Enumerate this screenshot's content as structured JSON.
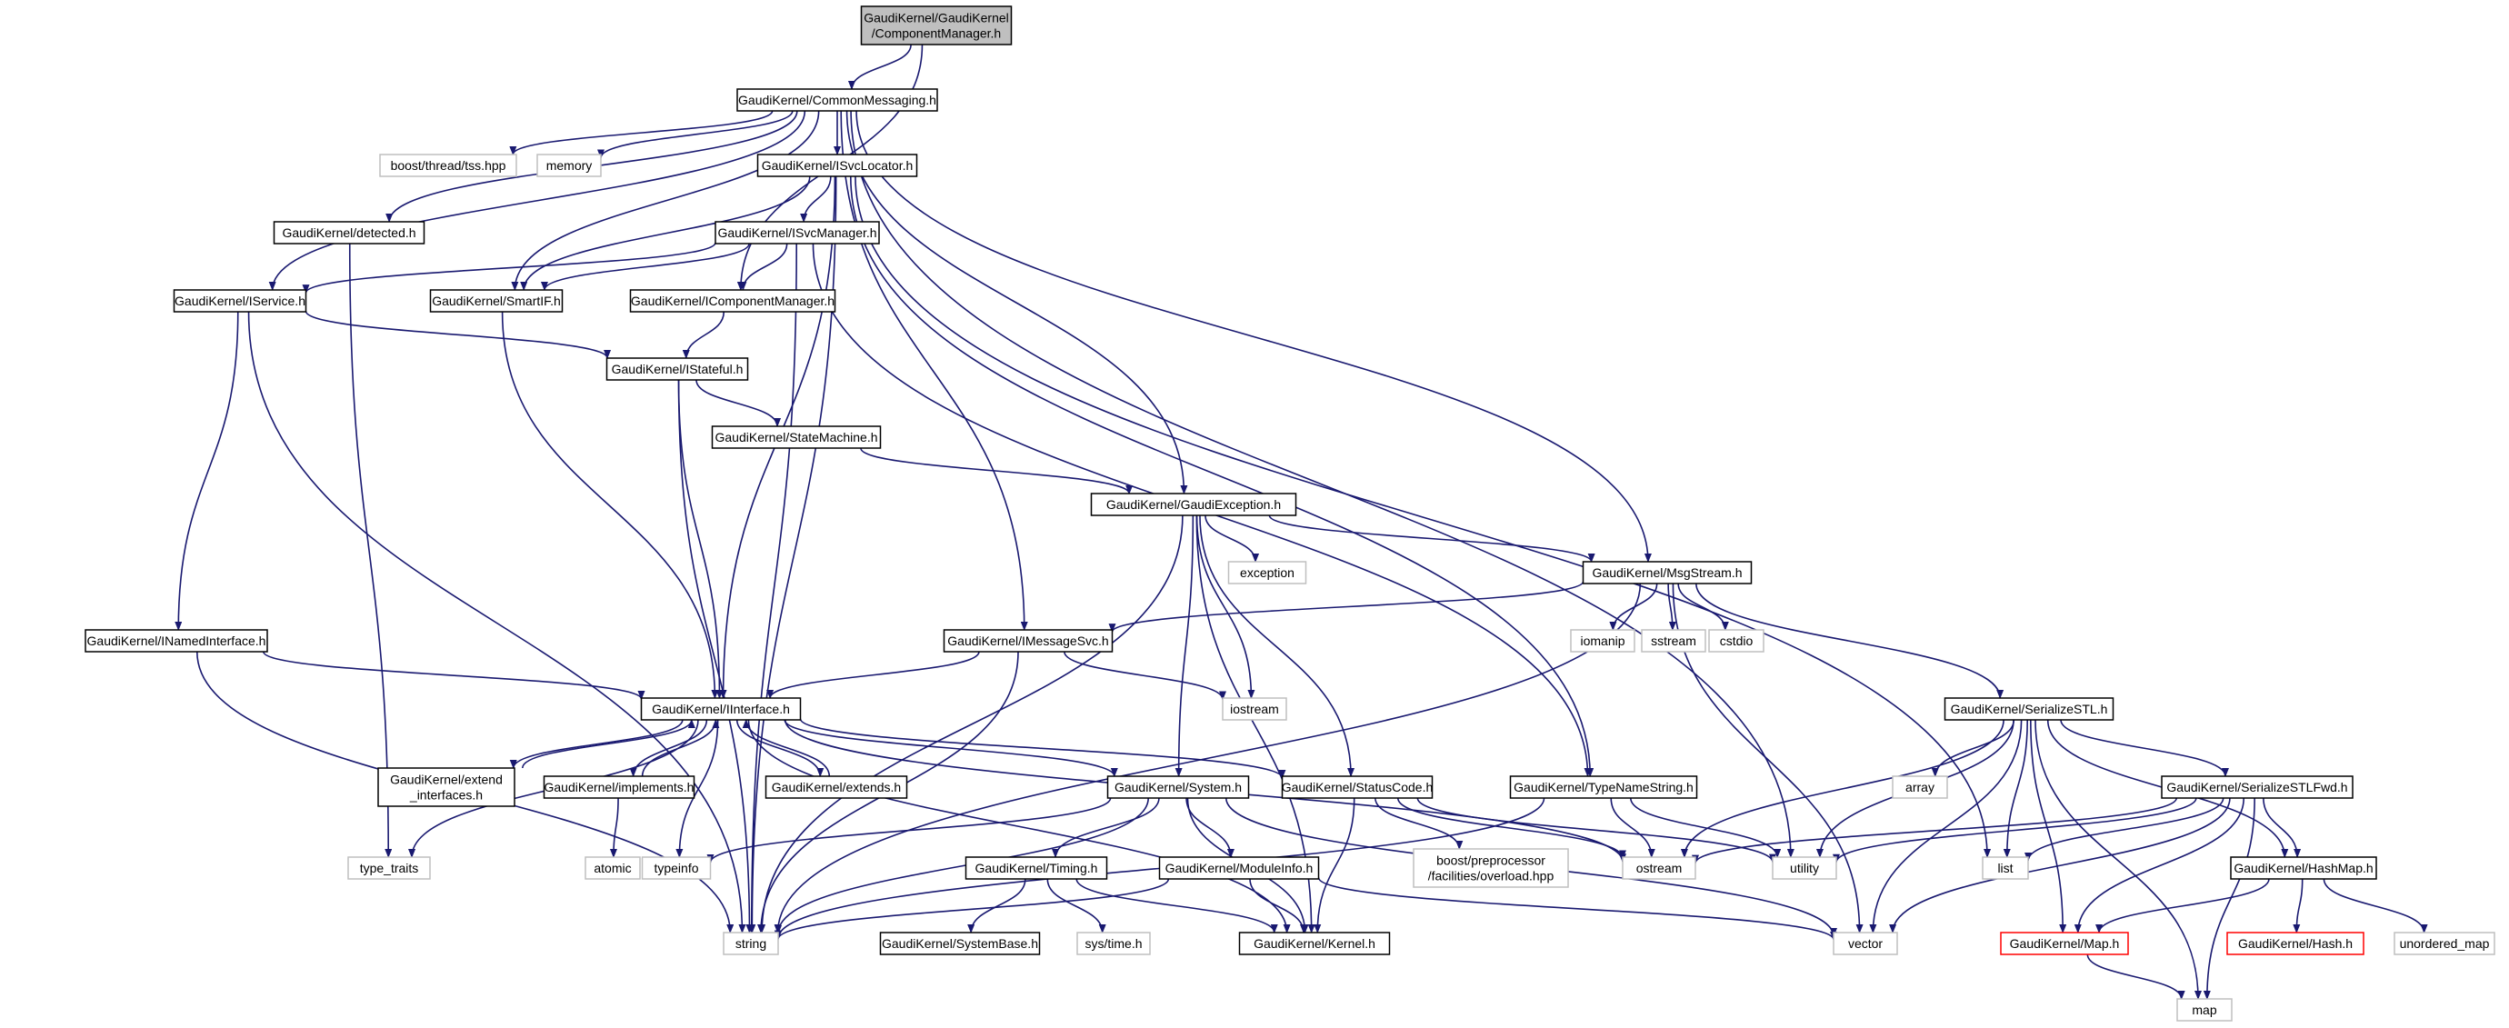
{
  "colors": {
    "edge": "#191970",
    "root_fill": "#bfbfbf",
    "header_border": "#000000",
    "system_border": "#bfbfbf",
    "incomplete_border": "#ff0000"
  },
  "nodes": [
    {
      "id": "cm",
      "label": [
        "GaudiKernel/GaudiKernel",
        "/ComponentManager.h"
      ],
      "kind": "root"
    },
    {
      "id": "cmsg",
      "label": [
        "GaudiKernel/CommonMessaging.h"
      ],
      "kind": "hdr"
    },
    {
      "id": "tss",
      "label": [
        "boost/thread/tss.hpp"
      ],
      "kind": "sys"
    },
    {
      "id": "memory",
      "label": [
        "memory"
      ],
      "kind": "sys"
    },
    {
      "id": "isvcloc",
      "label": [
        "GaudiKernel/ISvcLocator.h"
      ],
      "kind": "hdr"
    },
    {
      "id": "detected",
      "label": [
        "GaudiKernel/detected.h"
      ],
      "kind": "hdr"
    },
    {
      "id": "isvcmgr",
      "label": [
        "GaudiKernel/ISvcManager.h"
      ],
      "kind": "hdr"
    },
    {
      "id": "iservice",
      "label": [
        "GaudiKernel/IService.h"
      ],
      "kind": "hdr"
    },
    {
      "id": "smartif",
      "label": [
        "GaudiKernel/SmartIF.h"
      ],
      "kind": "hdr"
    },
    {
      "id": "icompmgr",
      "label": [
        "GaudiKernel/IComponentManager.h"
      ],
      "kind": "hdr"
    },
    {
      "id": "istateful",
      "label": [
        "GaudiKernel/IStateful.h"
      ],
      "kind": "hdr"
    },
    {
      "id": "statemachine",
      "label": [
        "GaudiKernel/StateMachine.h"
      ],
      "kind": "hdr"
    },
    {
      "id": "gexc",
      "label": [
        "GaudiKernel/GaudiException.h"
      ],
      "kind": "hdr"
    },
    {
      "id": "exception",
      "label": [
        "exception"
      ],
      "kind": "sys"
    },
    {
      "id": "msgstream",
      "label": [
        "GaudiKernel/MsgStream.h"
      ],
      "kind": "hdr"
    },
    {
      "id": "inamed",
      "label": [
        "GaudiKernel/INamedInterface.h"
      ],
      "kind": "hdr"
    },
    {
      "id": "imsgsvc",
      "label": [
        "GaudiKernel/IMessageSvc.h"
      ],
      "kind": "hdr"
    },
    {
      "id": "iomanip",
      "label": [
        "iomanip"
      ],
      "kind": "sys"
    },
    {
      "id": "sstream",
      "label": [
        "sstream"
      ],
      "kind": "sys"
    },
    {
      "id": "cstdio",
      "label": [
        "cstdio"
      ],
      "kind": "sys"
    },
    {
      "id": "iinterface",
      "label": [
        "GaudiKernel/IInterface.h"
      ],
      "kind": "hdr"
    },
    {
      "id": "iostream",
      "label": [
        "iostream"
      ],
      "kind": "sys"
    },
    {
      "id": "serstl",
      "label": [
        "GaudiKernel/SerializeSTL.h"
      ],
      "kind": "hdr"
    },
    {
      "id": "extifaces",
      "label": [
        "GaudiKernel/extend",
        "_interfaces.h"
      ],
      "kind": "hdr"
    },
    {
      "id": "implements",
      "label": [
        "GaudiKernel/implements.h"
      ],
      "kind": "hdr"
    },
    {
      "id": "extends",
      "label": [
        "GaudiKernel/extends.h"
      ],
      "kind": "hdr"
    },
    {
      "id": "system",
      "label": [
        "GaudiKernel/System.h"
      ],
      "kind": "hdr"
    },
    {
      "id": "statuscode",
      "label": [
        "GaudiKernel/StatusCode.h"
      ],
      "kind": "hdr"
    },
    {
      "id": "typename",
      "label": [
        "GaudiKernel/TypeNameString.h"
      ],
      "kind": "hdr"
    },
    {
      "id": "array",
      "label": [
        "array"
      ],
      "kind": "sys"
    },
    {
      "id": "serstlfwd",
      "label": [
        "GaudiKernel/SerializeSTLFwd.h"
      ],
      "kind": "hdr"
    },
    {
      "id": "type_traits",
      "label": [
        "type_traits"
      ],
      "kind": "sys"
    },
    {
      "id": "atomic",
      "label": [
        "atomic"
      ],
      "kind": "sys"
    },
    {
      "id": "typeinfo",
      "label": [
        "typeinfo"
      ],
      "kind": "sys"
    },
    {
      "id": "timing",
      "label": [
        "GaudiKernel/Timing.h"
      ],
      "kind": "hdr"
    },
    {
      "id": "moduleinfo",
      "label": [
        "GaudiKernel/ModuleInfo.h"
      ],
      "kind": "hdr"
    },
    {
      "id": "overload",
      "label": [
        "boost/preprocessor",
        "/facilities/overload.hpp"
      ],
      "kind": "sys"
    },
    {
      "id": "ostream",
      "label": [
        "ostream"
      ],
      "kind": "sys"
    },
    {
      "id": "utility",
      "label": [
        "utility"
      ],
      "kind": "sys"
    },
    {
      "id": "list",
      "label": [
        "list"
      ],
      "kind": "sys"
    },
    {
      "id": "hashmap",
      "label": [
        "GaudiKernel/HashMap.h"
      ],
      "kind": "hdr"
    },
    {
      "id": "string",
      "label": [
        "string"
      ],
      "kind": "sys"
    },
    {
      "id": "systembase",
      "label": [
        "GaudiKernel/SystemBase.h"
      ],
      "kind": "hdr"
    },
    {
      "id": "systime",
      "label": [
        "sys/time.h"
      ],
      "kind": "sys"
    },
    {
      "id": "kernel",
      "label": [
        "GaudiKernel/Kernel.h"
      ],
      "kind": "hdr"
    },
    {
      "id": "vector",
      "label": [
        "vector"
      ],
      "kind": "sys"
    },
    {
      "id": "map_h",
      "label": [
        "GaudiKernel/Map.h"
      ],
      "kind": "red"
    },
    {
      "id": "hash_h",
      "label": [
        "GaudiKernel/Hash.h"
      ],
      "kind": "red"
    },
    {
      "id": "unordered_map",
      "label": [
        "unordered_map"
      ],
      "kind": "sys"
    },
    {
      "id": "map",
      "label": [
        "map"
      ],
      "kind": "sys"
    }
  ],
  "edges": [
    [
      "cm",
      "cmsg"
    ],
    [
      "cm",
      "icompmgr"
    ],
    [
      "cmsg",
      "tss"
    ],
    [
      "cmsg",
      "memory"
    ],
    [
      "cmsg",
      "isvcloc"
    ],
    [
      "cmsg",
      "detected"
    ],
    [
      "cmsg",
      "iservice"
    ],
    [
      "cmsg",
      "smartif"
    ],
    [
      "cmsg",
      "gexc"
    ],
    [
      "cmsg",
      "msgstream"
    ],
    [
      "cmsg",
      "imsgsvc"
    ],
    [
      "cmsg",
      "utility"
    ],
    [
      "isvcloc",
      "isvcmgr"
    ],
    [
      "isvcloc",
      "smartif"
    ],
    [
      "isvcloc",
      "string"
    ],
    [
      "isvcloc",
      "iinterface"
    ],
    [
      "isvcloc",
      "typename"
    ],
    [
      "isvcloc",
      "list"
    ],
    [
      "detected",
      "type_traits"
    ],
    [
      "isvcmgr",
      "iservice"
    ],
    [
      "isvcmgr",
      "smartif"
    ],
    [
      "isvcmgr",
      "icompmgr"
    ],
    [
      "isvcmgr",
      "string"
    ],
    [
      "isvcmgr",
      "typename"
    ],
    [
      "iservice",
      "istateful"
    ],
    [
      "iservice",
      "inamed"
    ],
    [
      "iservice",
      "string"
    ],
    [
      "smartif",
      "iinterface"
    ],
    [
      "icompmgr",
      "istateful"
    ],
    [
      "istateful",
      "statemachine"
    ],
    [
      "istateful",
      "iinterface"
    ],
    [
      "istateful",
      "string"
    ],
    [
      "statemachine",
      "gexc"
    ],
    [
      "gexc",
      "exception"
    ],
    [
      "gexc",
      "msgstream"
    ],
    [
      "gexc",
      "iostream"
    ],
    [
      "gexc",
      "system"
    ],
    [
      "gexc",
      "statuscode"
    ],
    [
      "gexc",
      "string"
    ],
    [
      "gexc",
      "kernel"
    ],
    [
      "msgstream",
      "imsgsvc"
    ],
    [
      "msgstream",
      "iomanip"
    ],
    [
      "msgstream",
      "sstream"
    ],
    [
      "msgstream",
      "cstdio"
    ],
    [
      "msgstream",
      "serstl"
    ],
    [
      "msgstream",
      "string"
    ],
    [
      "msgstream",
      "vector"
    ],
    [
      "inamed",
      "iinterface"
    ],
    [
      "inamed",
      "string"
    ],
    [
      "imsgsvc",
      "iinterface"
    ],
    [
      "imsgsvc",
      "iostream"
    ],
    [
      "imsgsvc",
      "string"
    ],
    [
      "iinterface",
      "extifaces"
    ],
    [
      "iinterface",
      "implements"
    ],
    [
      "iinterface",
      "extends"
    ],
    [
      "iinterface",
      "system"
    ],
    [
      "iinterface",
      "statuscode"
    ],
    [
      "iinterface",
      "type_traits"
    ],
    [
      "iinterface",
      "typeinfo"
    ],
    [
      "iinterface",
      "kernel"
    ],
    [
      "iinterface",
      "ostream"
    ],
    [
      "extifaces",
      "iinterface"
    ],
    [
      "implements",
      "iinterface"
    ],
    [
      "extends",
      "iinterface"
    ],
    [
      "implements",
      "atomic"
    ],
    [
      "system",
      "typeinfo"
    ],
    [
      "system",
      "timing"
    ],
    [
      "system",
      "moduleinfo"
    ],
    [
      "system",
      "string"
    ],
    [
      "system",
      "kernel"
    ],
    [
      "system",
      "vector"
    ],
    [
      "statuscode",
      "overload"
    ],
    [
      "statuscode",
      "ostream"
    ],
    [
      "statuscode",
      "utility"
    ],
    [
      "statuscode",
      "kernel"
    ],
    [
      "typename",
      "ostream"
    ],
    [
      "typename",
      "utility"
    ],
    [
      "typename",
      "string"
    ],
    [
      "serstl",
      "array"
    ],
    [
      "serstl",
      "serstlfwd"
    ],
    [
      "serstl",
      "ostream"
    ],
    [
      "serstl",
      "utility"
    ],
    [
      "serstl",
      "list"
    ],
    [
      "serstl",
      "hashmap"
    ],
    [
      "serstl",
      "vector"
    ],
    [
      "serstl",
      "map_h"
    ],
    [
      "serstl",
      "map"
    ],
    [
      "serstlfwd",
      "ostream"
    ],
    [
      "serstlfwd",
      "utility"
    ],
    [
      "serstlfwd",
      "list"
    ],
    [
      "serstlfwd",
      "hashmap"
    ],
    [
      "serstlfwd",
      "vector"
    ],
    [
      "serstlfwd",
      "map_h"
    ],
    [
      "serstlfwd",
      "map"
    ],
    [
      "hashmap",
      "map_h"
    ],
    [
      "hashmap",
      "hash_h"
    ],
    [
      "hashmap",
      "unordered_map"
    ],
    [
      "map_h",
      "map"
    ],
    [
      "timing",
      "systembase"
    ],
    [
      "timing",
      "systime"
    ],
    [
      "timing",
      "kernel"
    ],
    [
      "moduleinfo",
      "kernel"
    ],
    [
      "moduleinfo",
      "string"
    ],
    [
      "moduleinfo",
      "vector"
    ]
  ]
}
